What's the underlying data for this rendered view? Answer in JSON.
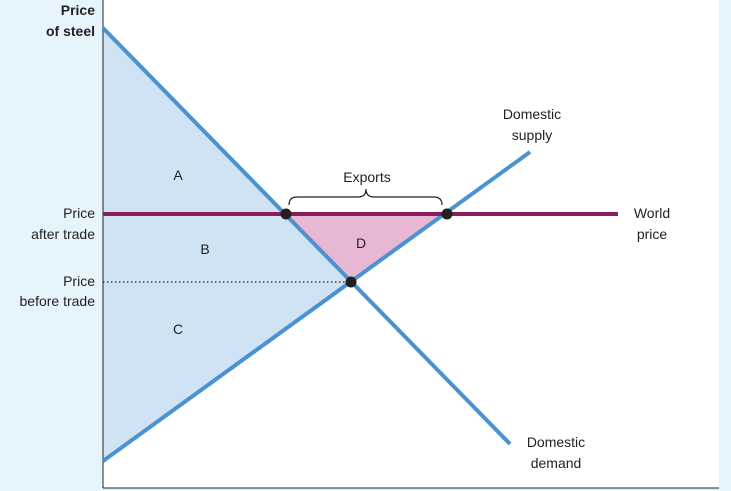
{
  "axis": {
    "y_title_line1": "Price",
    "y_title_line2": "of steel"
  },
  "price_after_trade": {
    "line1": "Price",
    "line2": "after trade"
  },
  "price_before_trade": {
    "line1": "Price",
    "line2": "before trade"
  },
  "world_price": {
    "line1": "World",
    "line2": "price"
  },
  "domestic_supply": {
    "line1": "Domestic",
    "line2": "supply"
  },
  "domestic_demand": {
    "line1": "Domestic",
    "line2": "demand"
  },
  "exports_label": "Exports",
  "regions": {
    "a": "A",
    "b": "B",
    "c": "C",
    "d": "D"
  },
  "colors": {
    "background": "#e6f4fb",
    "plot_background": "#ffffff",
    "curve": "#4b92d0",
    "surplus_fill": "#cfe3f4",
    "world_price_line": "#8b1c5e",
    "gain_fill": "#e8b7d3",
    "points": "#231f20"
  }
}
